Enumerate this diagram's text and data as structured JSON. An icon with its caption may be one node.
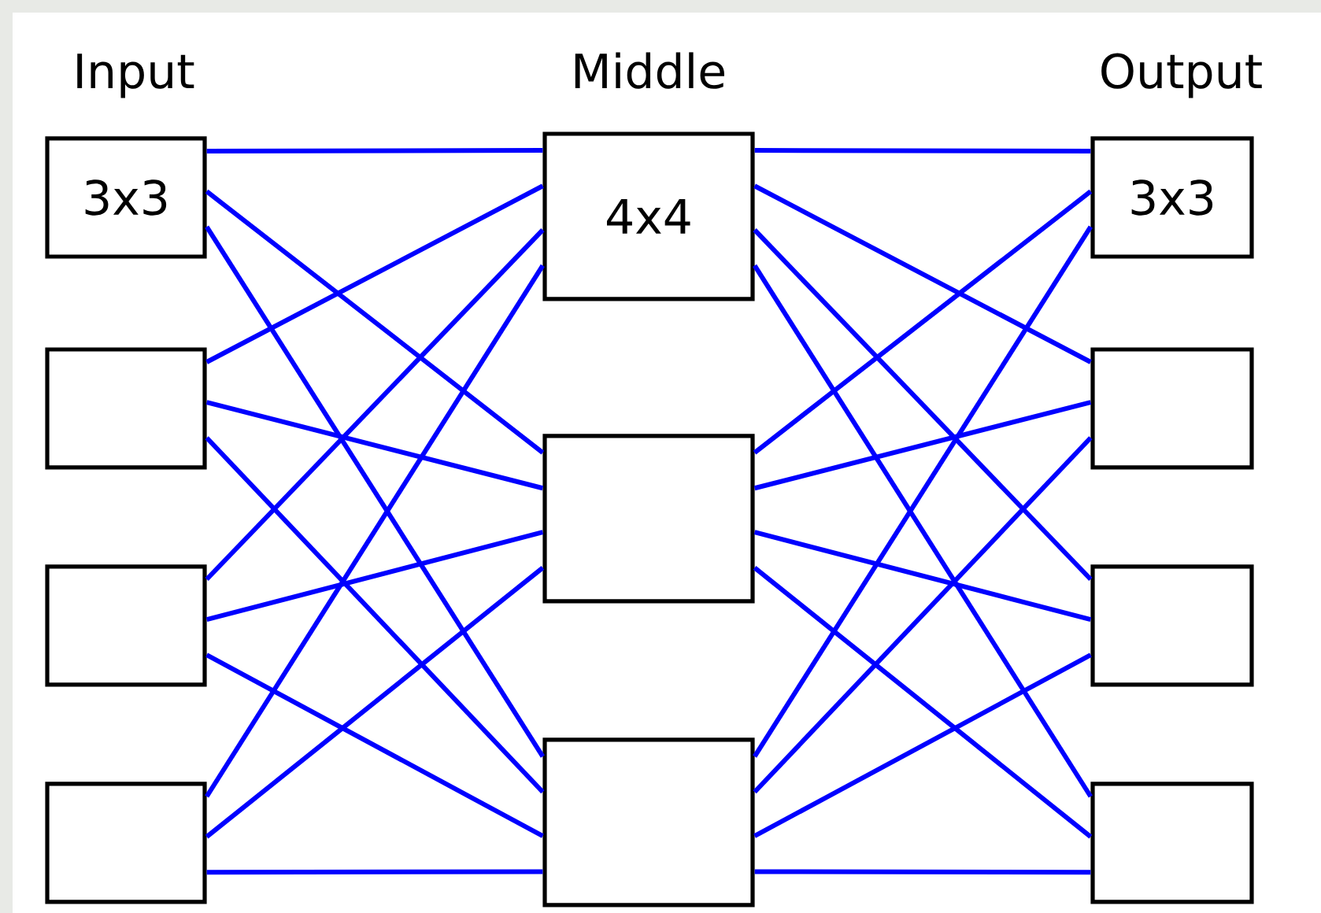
{
  "diagram": {
    "nodes": [
      {
        "text": [
          "3x3"
        ]
      },
      {
        "text": [],
        "shape": "box"
      },
      {
        "text": [],
        "shape": "box"
      },
      {
        "text": [],
        "shape": "box"
      },
      {
        "text": [
          "4x4"
        ]
      },
      {
        "text": [],
        "shape": "box"
      },
      {
        "text": [],
        "shape": "box"
      },
      {
        "text": [
          "3x3"
        ]
      },
      {
        "text": [],
        "shape": "box"
      },
      {
        "text": [],
        "shape": "box"
      },
      {
        "text": [],
        "shape": "box"
      }
    ],
    "edges": [
      {
        "from": 0,
        "to": 4,
        "arrow": "none"
      },
      {
        "from": 0,
        "to": 5,
        "arrow": "none"
      },
      {
        "from": 0,
        "to": 6,
        "arrow": "none"
      },
      {
        "from": 1,
        "to": 4,
        "arrow": "none"
      },
      {
        "from": 1,
        "to": 5,
        "arrow": "none"
      },
      {
        "from": 1,
        "to": 6,
        "arrow": "none"
      },
      {
        "from": 2,
        "to": 4,
        "arrow": "none"
      },
      {
        "from": 2,
        "to": 5,
        "arrow": "none"
      },
      {
        "from": 2,
        "to": 6,
        "arrow": "none"
      },
      {
        "from": 3,
        "to": 4,
        "arrow": "none"
      },
      {
        "from": 3,
        "to": 5,
        "arrow": "none"
      },
      {
        "from": 3,
        "to": 6,
        "arrow": "none"
      },
      {
        "from": 4,
        "to": 7,
        "arrow": "none"
      },
      {
        "from": 4,
        "to": 8,
        "arrow": "none"
      },
      {
        "from": 4,
        "to": 9,
        "arrow": "none"
      },
      {
        "from": 4,
        "to": 10,
        "arrow": "none"
      },
      {
        "from": 5,
        "to": 7,
        "arrow": "none"
      },
      {
        "from": 5,
        "to": 8,
        "arrow": "none"
      },
      {
        "from": 5,
        "to": 9,
        "arrow": "none"
      },
      {
        "from": 5,
        "to": 10,
        "arrow": "none"
      },
      {
        "from": 6,
        "to": 7,
        "arrow": "none"
      },
      {
        "from": 6,
        "to": 8,
        "arrow": "none"
      },
      {
        "from": 6,
        "to": 9,
        "arrow": "none"
      },
      {
        "from": 6,
        "to": 10,
        "arrow": "none"
      }
    ],
    "labels": [
      "Input",
      "Middle",
      "Output"
    ]
  }
}
